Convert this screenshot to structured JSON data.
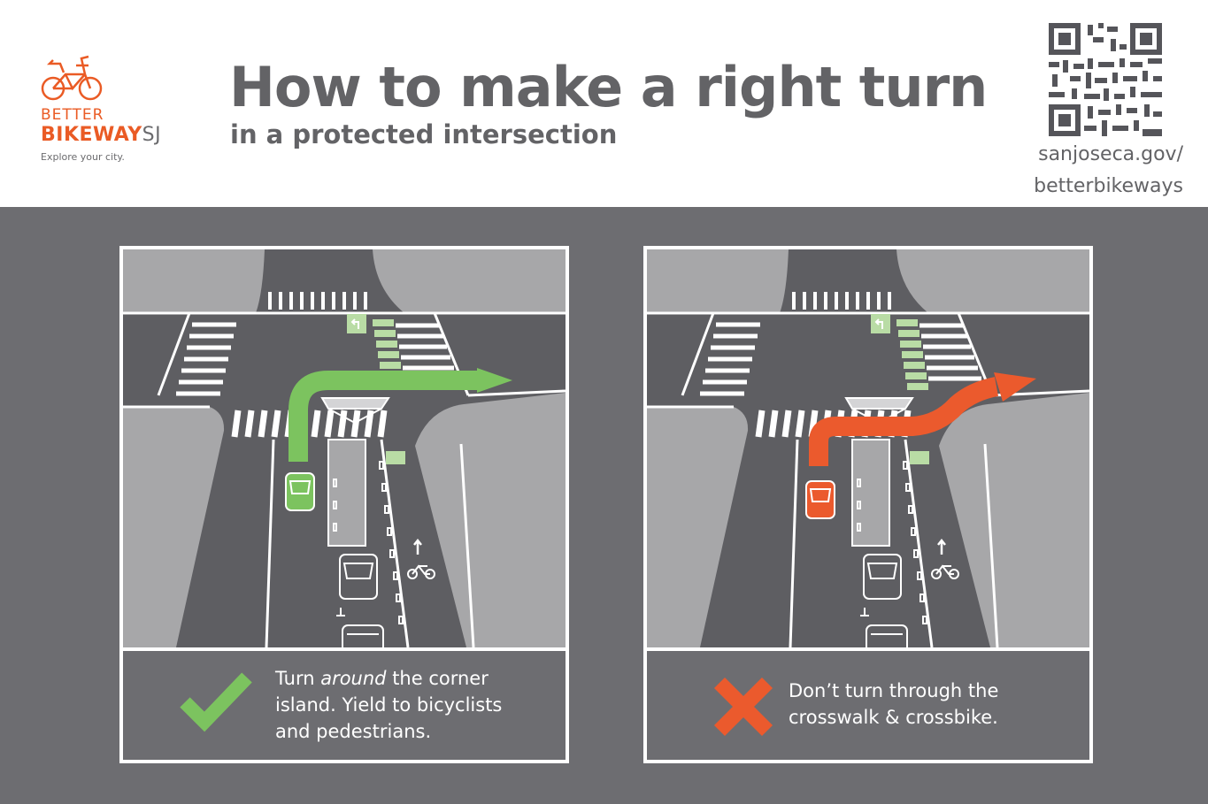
{
  "logo": {
    "line1": "BETTER",
    "line2_main": "BIKEWAY",
    "line2_suffix": "SJ",
    "tagline": "Explore your city.",
    "icon": "bicycle-icon"
  },
  "title": "How to make a right turn",
  "subtitle": "in a protected intersection",
  "qr_icon": "qr-code-icon",
  "url": {
    "line1": "sanjoseca.gov/",
    "line2": "betterbikeways"
  },
  "colors": {
    "brand_orange": "#ea5b25",
    "text_gray": "#636366",
    "background_gray": "#6d6d71",
    "road": "#5e5e62",
    "sidewalk": "#a7a7a9",
    "correct_green": "#7cc35f",
    "wrong_orange": "#eb5a2d",
    "bike_lane_green": "#b9dca5"
  },
  "panels": [
    {
      "id": "correct",
      "icon": "checkmark-icon",
      "caption": {
        "line1_before": "Turn ",
        "line1_emphasis": "around",
        "line1_after": " the corner",
        "line2": "island. Yield to bicyclists",
        "line3": "and pedestrians."
      }
    },
    {
      "id": "incorrect",
      "icon": "x-icon",
      "caption": {
        "line1": "Don’t turn through the",
        "line2": "crosswalk & crossbike."
      }
    }
  ]
}
